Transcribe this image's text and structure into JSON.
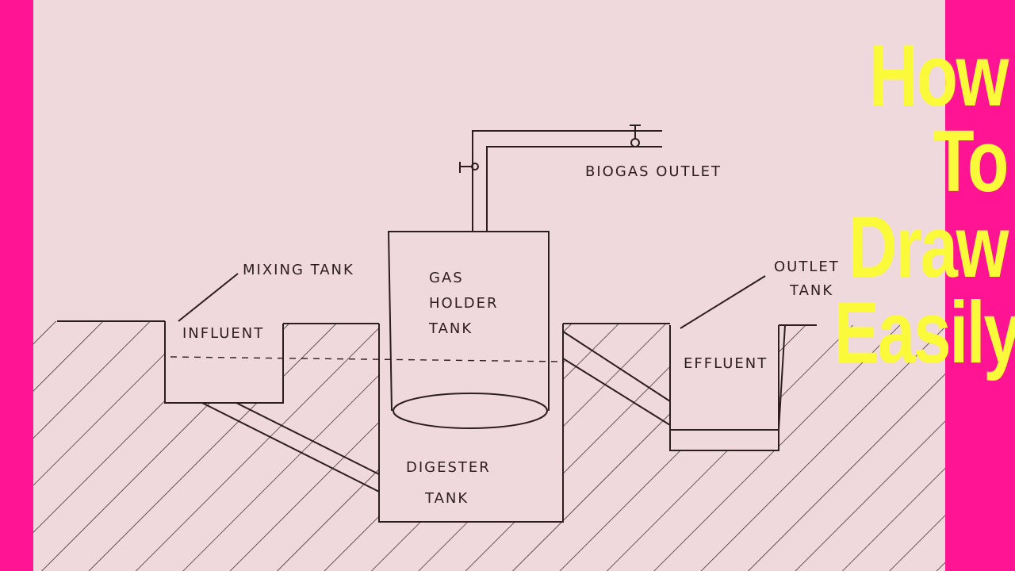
{
  "labels": {
    "biogas_outlet": "BIOGAS OUTLET",
    "mixing_tank": "MIXING TANK",
    "influent": "INFLUENT",
    "gas_holder_tank_line1": "GAS",
    "gas_holder_tank_line2": "HOLDER",
    "gas_holder_tank_line3": "TANK",
    "outlet_tank_line1": "OUTLET",
    "outlet_tank_line2": "TANK",
    "effluent": "EFFLUENT",
    "digester_tank_line1": "DIGESTER",
    "digester_tank_line2": "TANK"
  },
  "title": {
    "line1": "How",
    "line2": "To",
    "line3": "Draw",
    "line4": "Easily"
  },
  "colors": {
    "background": "#ff1493",
    "paper": "#efd9dd",
    "ink": "#2c1d1f",
    "title": "#fbfa3a"
  }
}
